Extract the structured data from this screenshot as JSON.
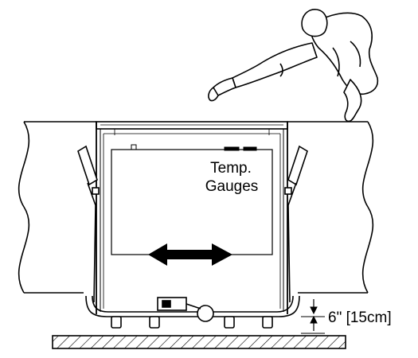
{
  "labels": {
    "gauges_line1": "Temp.",
    "gauges_line2": "Gauges",
    "clearance": "6\" [15cm]"
  },
  "colors": {
    "line": "#000000",
    "background": "#ffffff"
  },
  "icons": {
    "operator": "mannequin-figure-icon",
    "motion": "double-arrow-icon",
    "floor": "hatched-floor-icon"
  }
}
